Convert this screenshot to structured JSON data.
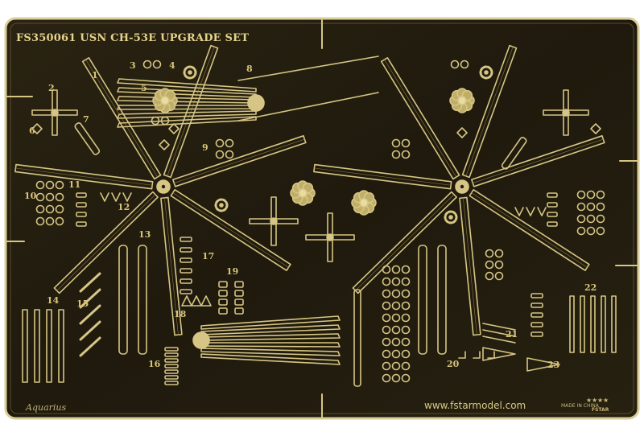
{
  "title": "FS350061 USN CH-53E UPGRADE SET",
  "footer": {
    "left": "Aquarius",
    "url": "www.fstarmodel.com",
    "made_in": "MADE IN CHINA",
    "brand": "FSTAR"
  },
  "part_numbers": [
    "1",
    "2",
    "3",
    "4",
    "5",
    "6",
    "7",
    "8",
    "9",
    "10",
    "11",
    "12",
    "13",
    "14",
    "15",
    "16",
    "17",
    "18",
    "19",
    "20",
    "21",
    "22",
    "23"
  ],
  "colors": {
    "fret": "#231d0f",
    "metal": "#c8b670",
    "metal_light": "#efe2a6",
    "frame_border": "#d9cd9a"
  }
}
